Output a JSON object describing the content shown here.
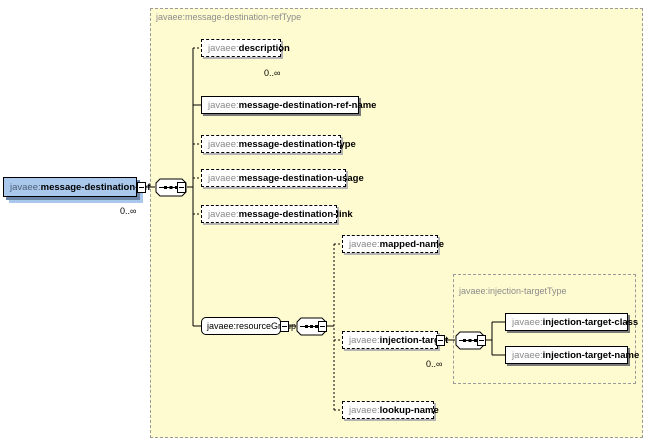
{
  "types": {
    "outer": "javaee:message-destination-refType",
    "inner": "javaee:injection-targetType"
  },
  "prefix": "javaee:",
  "root": {
    "name": "message-destination-ref",
    "cardinality": "0..∞"
  },
  "elements": {
    "description": {
      "name": "description",
      "cardinality": "0..∞"
    },
    "ref_name": {
      "name": "message-destination-ref-name"
    },
    "type": {
      "name": "message-destination-type"
    },
    "usage": {
      "name": "message-destination-usage"
    },
    "link": {
      "name": "message-destination-link"
    },
    "mapped_name": {
      "name": "mapped-name"
    },
    "injection_target": {
      "name": "injection-target",
      "cardinality": "0..∞"
    },
    "lookup_name": {
      "name": "lookup-name"
    },
    "target_class": {
      "name": "injection-target-class"
    },
    "target_name": {
      "name": "injection-target-name"
    }
  },
  "group": {
    "label": "javaee:resourceGroup"
  },
  "colors": {
    "type_background": "#fffbd0",
    "root_fill": "#a9c8ec",
    "border": "#9a9a9a"
  }
}
